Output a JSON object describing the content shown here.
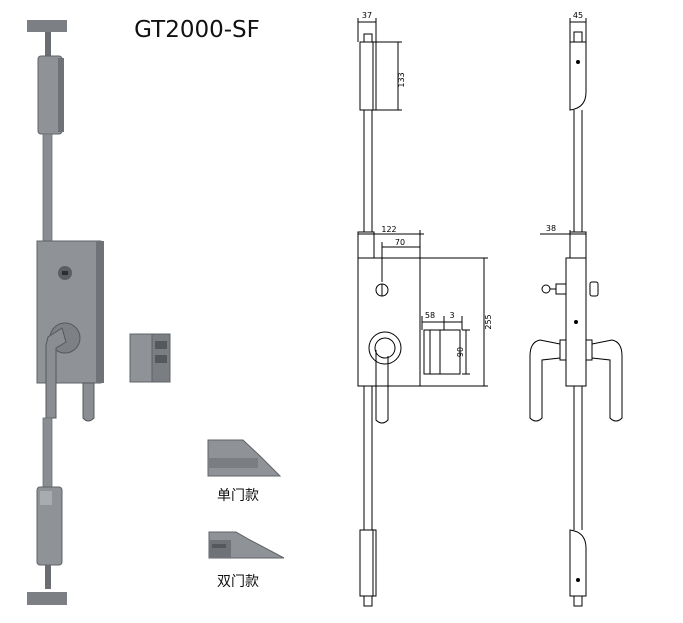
{
  "title": "GT2000-SF",
  "variants": [
    {
      "label": "单门款"
    },
    {
      "label": "双门款"
    }
  ],
  "dimensions": {
    "top_width": "37",
    "top_height": "133",
    "body_width": "122",
    "cylinder_offset": "70",
    "body_height": "255",
    "keeper_width": "58",
    "keeper_gap": "3",
    "keeper_height": "90",
    "side_top_width": "45",
    "side_depth": "38"
  },
  "colors": {
    "metal": "#8f9397",
    "metal_dark": "#6f7377",
    "line": "#000000"
  }
}
